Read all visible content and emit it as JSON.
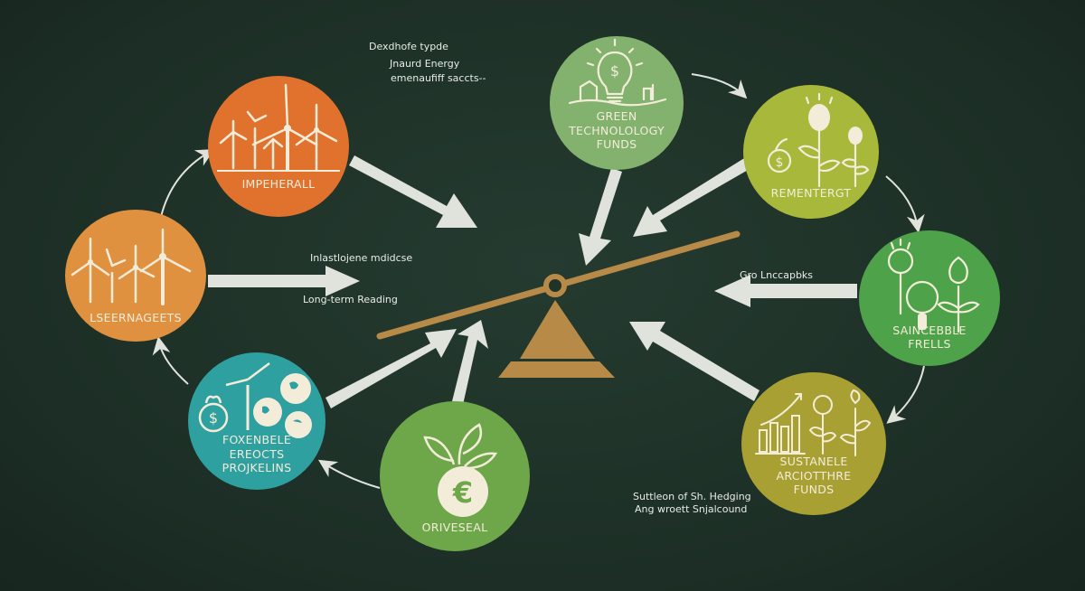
{
  "colors": {
    "background": "#1f3329",
    "arrow": "#dfe3dc",
    "fulcrum": "#b88a48",
    "orange_dark": "#e0722e",
    "orange_light": "#e0913f",
    "teal": "#2fa0a0",
    "green_mid": "#6ea74a",
    "green_light": "#82b26e",
    "olive": "#a7b83a",
    "green_bright": "#4ea34a",
    "mustard": "#a9a033"
  },
  "annotations": {
    "top_note": [
      "Dexdhofe typde",
      "Jnaurd Energy",
      "emenaufiff saccts--"
    ],
    "left_arrow_top": "Inlastlojene mdidcse",
    "left_arrow_bottom": "Long-term Reading",
    "right_arrow": "Gro Lnccapbks",
    "bottom_right_note": [
      "Suttleon of Sh. Hedging",
      "Ang wroett Snjalcound"
    ]
  },
  "nodes": [
    {
      "id": "impeherall",
      "label": "IMPEHERALL",
      "icon": "wind-turbines-icon",
      "color": "#e0722e"
    },
    {
      "id": "lseernageets",
      "label": "LSEERNAGEETS",
      "icon": "wind-turbines-icon",
      "color": "#e0913f"
    },
    {
      "id": "foxenbele",
      "label": "FOXENBELE\nEREOCTS\nPROJKELINS",
      "icon": "money-bag-turbine-globe-icon",
      "color": "#2fa0a0"
    },
    {
      "id": "oriveseal",
      "label": "ORIVESEAL",
      "icon": "euro-sprout-icon",
      "color": "#6ea74a"
    },
    {
      "id": "green-tech",
      "label": "GREEN\nTECHNOLOLOGY\nFUNDS",
      "icon": "lightbulb-dollar-icon",
      "color": "#82b26e"
    },
    {
      "id": "rementergt",
      "label": "REMENTERGT",
      "icon": "money-plants-icon",
      "color": "#a7b83a"
    },
    {
      "id": "saincebble",
      "label": "SAINCEBBLE\nFRELLS",
      "icon": "flower-bulb-icon",
      "color": "#4ea34a"
    },
    {
      "id": "sustanele",
      "label": "SUSTANELE\nARCIOTTHRE\nFUNDS",
      "icon": "growth-chart-plants-icon",
      "color": "#a9a033"
    }
  ]
}
